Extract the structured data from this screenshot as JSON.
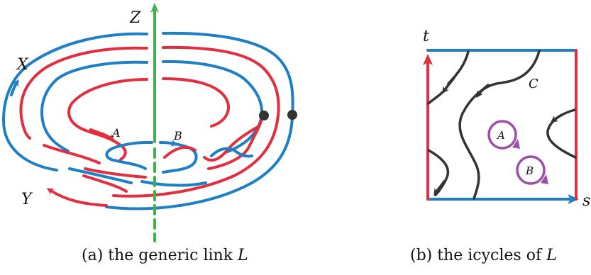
{
  "figure_a": {
    "labels": {
      "z": "Z",
      "x": "X",
      "y": "Y",
      "a": "A",
      "b": "B"
    },
    "caption_prefix": "(a) the generic link ",
    "caption_symbol": "L"
  },
  "figure_b": {
    "labels": {
      "t": "t",
      "s": "s",
      "c": "C",
      "a": "A",
      "b": "B"
    },
    "caption_prefix": "(b) the icycles of ",
    "caption_symbol": "L"
  },
  "colors": {
    "red": "#e03040",
    "blue": "#1f7fc4",
    "green": "#3cb44b",
    "dark": "#333333",
    "purple": "#9b4fa8"
  }
}
